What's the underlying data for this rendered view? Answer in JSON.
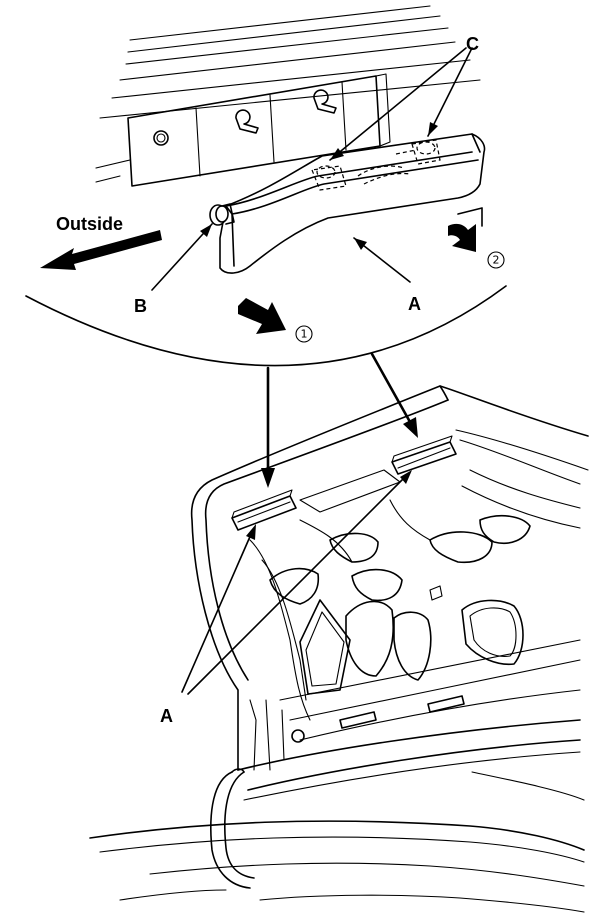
{
  "labels": {
    "outside": "Outside",
    "a_top": "A",
    "a_bottom": "A",
    "b": "B",
    "c": "C"
  },
  "steps": {
    "step1": "1",
    "step2": "2"
  }
}
